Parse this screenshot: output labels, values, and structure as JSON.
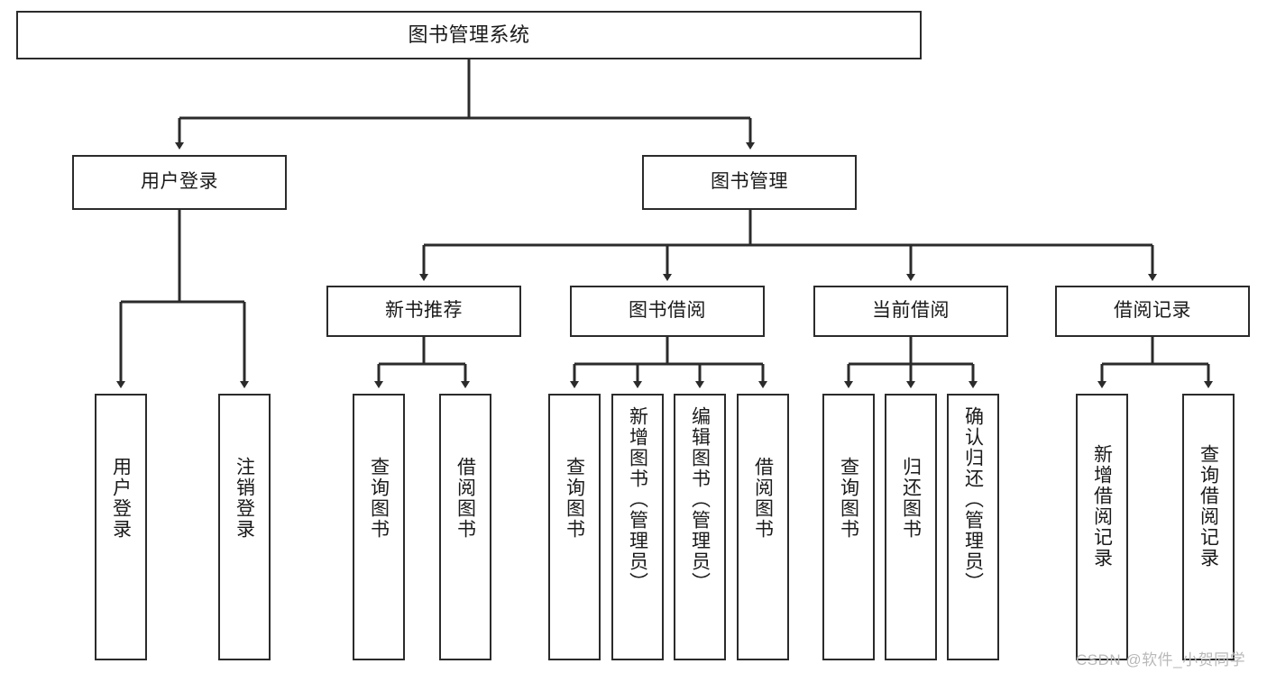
{
  "diagram": {
    "title": "图书管理系统",
    "type": "tree-hierarchy",
    "root": {
      "label": "图书管理系统"
    },
    "level1": [
      {
        "label": "用户登录"
      },
      {
        "label": "图书管理"
      }
    ],
    "level2": [
      {
        "label": "新书推荐"
      },
      {
        "label": "图书借阅"
      },
      {
        "label": "当前借阅"
      },
      {
        "label": "借阅记录"
      }
    ],
    "leaves": {
      "user_login": [
        {
          "label": "用户登录"
        },
        {
          "label": "注销登录"
        }
      ],
      "new_book_recommend": [
        {
          "label": "查询图书"
        },
        {
          "label": "借阅图书"
        }
      ],
      "book_borrow": [
        {
          "label": "查询图书"
        },
        {
          "label": "新增图书（管理员）"
        },
        {
          "label": "编辑图书（管理员）"
        },
        {
          "label": "借阅图书"
        }
      ],
      "current_borrow": [
        {
          "label": "查询图书"
        },
        {
          "label": "归还图书"
        },
        {
          "label": "确认归还（管理员）"
        }
      ],
      "borrow_record": [
        {
          "label": "新增借阅记录"
        },
        {
          "label": "查询借阅记录"
        }
      ]
    }
  },
  "watermark": {
    "text": "CSDN @软件_小贺同学"
  },
  "colors": {
    "stroke": "#2b2b2b",
    "box_fill": "#ffffff",
    "text": "#1a1a1a",
    "watermark": "#b9b9b9"
  }
}
